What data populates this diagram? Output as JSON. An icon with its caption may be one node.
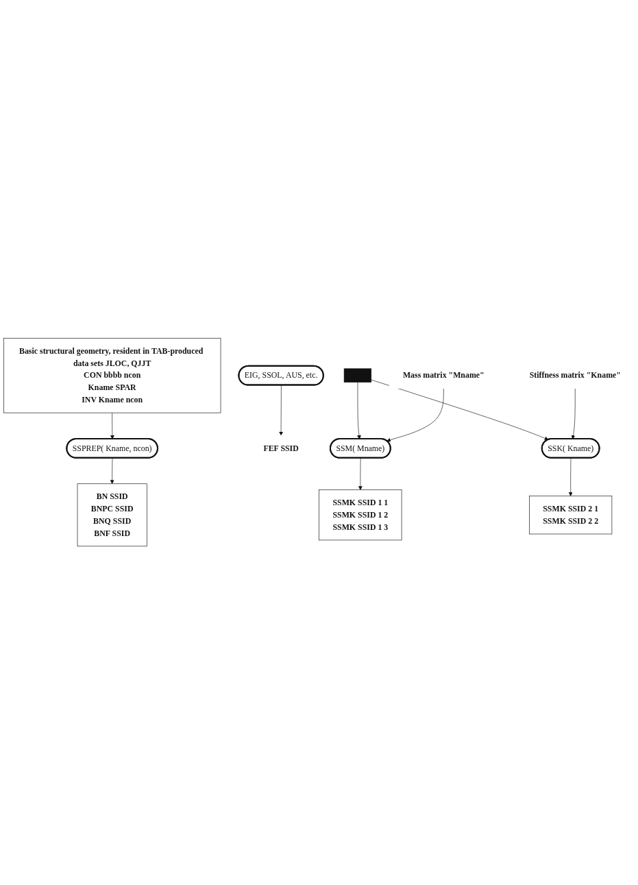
{
  "diagram": {
    "nodes": [
      {
        "text": [
          "Basic structural geometry, resident in TAB-produced data sets JLOC, QJJT",
          "CON bbbb ncon",
          "Kname SPAR",
          "INV Kname ncon"
        ]
      },
      {
        "text": [
          "SSPREP( Kname, ncon)"
        ]
      },
      {
        "text": [
          "BN SSID",
          "BNPC SSID",
          "BNQ SSID",
          "BNF SSID"
        ]
      },
      {
        "text": [
          "EIG, SSOL, AUS, etc."
        ]
      },
      {
        "text": [
          "FEF SSID"
        ]
      },
      {
        "text": [],
        "shape": "bar"
      },
      {
        "text": [
          "Mass matrix \"Mname\""
        ]
      },
      {
        "text": [
          "SSM( Mname)"
        ]
      },
      {
        "text": [
          "SSMK SSID 1 1",
          "SSMK SSID 1 2",
          "SSMK SSID 1 3"
        ]
      },
      {
        "text": [
          "Stiffness matrix \"Kname\""
        ]
      },
      {
        "text": [
          "SSK( Kname)"
        ]
      },
      {
        "text": [
          "SSMK SSID 2 1",
          "SSMK SSID 2 2"
        ]
      }
    ],
    "edges": [
      {
        "from": 0,
        "to": 1,
        "arrow": "to"
      },
      {
        "from": 1,
        "to": 2,
        "arrow": "to"
      },
      {
        "from": 3,
        "to": 4,
        "arrow": "to"
      },
      {
        "from": 5,
        "to": 7,
        "arrow": "to"
      },
      {
        "from": 5,
        "to": 10,
        "arrow": "to"
      },
      {
        "from": 6,
        "to": 7,
        "arrow": "to"
      },
      {
        "from": 7,
        "to": 8,
        "arrow": "to"
      },
      {
        "from": 9,
        "to": 10,
        "arrow": "to"
      },
      {
        "from": 10,
        "to": 11,
        "arrow": "to"
      }
    ]
  }
}
